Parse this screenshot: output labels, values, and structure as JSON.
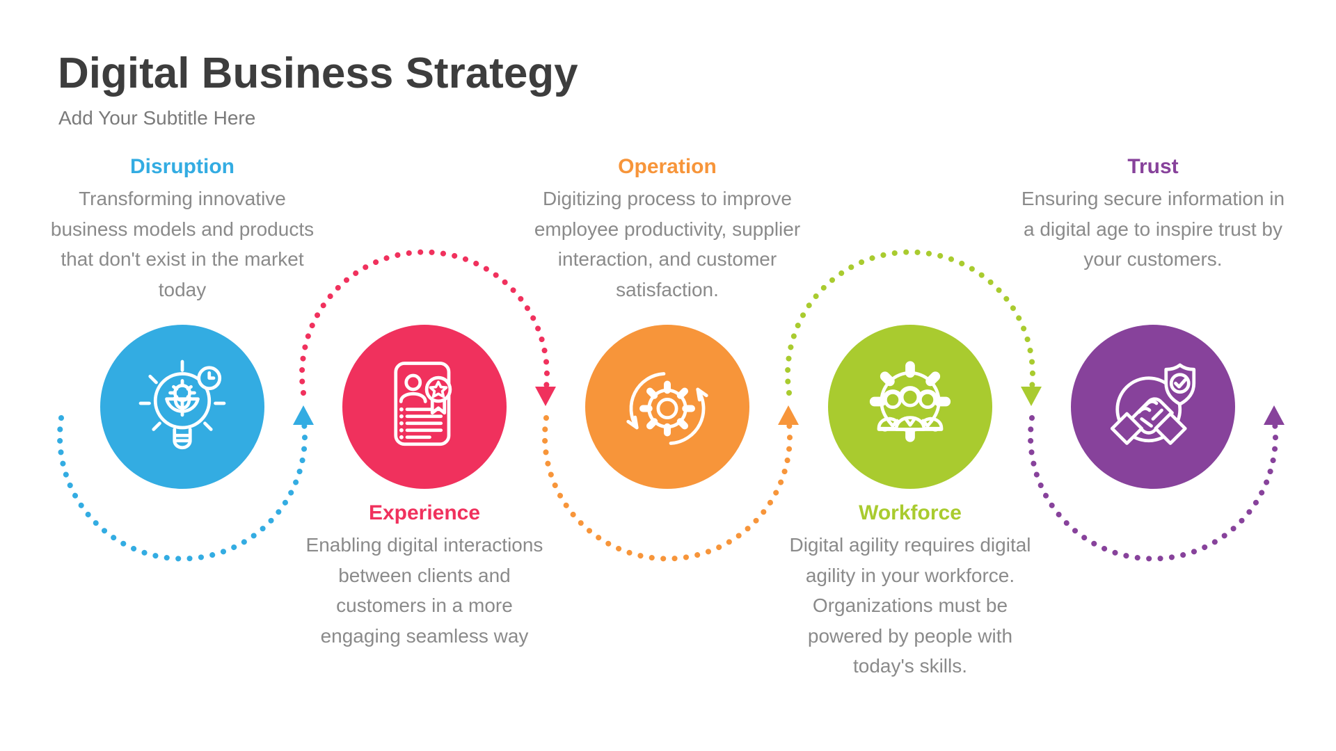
{
  "page": {
    "title": "Digital Business Strategy",
    "subtitle": "Add Your Subtitle Here",
    "background_color": "#FFFFFF",
    "title_color": "#3D3D3D",
    "subtitle_color": "#7A7A7A",
    "body_text_color": "#8A8A8A"
  },
  "items": [
    {
      "label": "Disruption",
      "description": "Transforming innovative\nbusiness models and products\nthat don't exist in the market\ntoday",
      "color": "#33ACE2",
      "icon": "innovation-lightbulb-icon",
      "text_position": "top",
      "connector_arc": "bottom",
      "arrow_direction": "up"
    },
    {
      "label": "Experience",
      "description": "Enabling digital interactions\nbetween clients and\ncustomers in a more\nengaging seamless way",
      "color": "#F0315D",
      "icon": "certificate-profile-icon",
      "text_position": "bottom",
      "connector_arc": "top",
      "arrow_direction": "down"
    },
    {
      "label": "Operation",
      "description": "Digitizing process to improve\nemployee productivity, supplier\ninteraction, and customer\nsatisfaction.",
      "color": "#F7953A",
      "icon": "process-cycle-gear-icon",
      "text_position": "top",
      "connector_arc": "bottom",
      "arrow_direction": "up"
    },
    {
      "label": "Workforce",
      "description": "Digital agility requires digital\nagility in your workforce.\nOrganizations must be\npowered by people with\ntoday's skills.",
      "color": "#A9CB2F",
      "icon": "team-gear-icon",
      "text_position": "bottom",
      "connector_arc": "top",
      "arrow_direction": "down"
    },
    {
      "label": "Trust",
      "description": "Ensuring secure information in\na digital age to inspire trust by\nyour customers.",
      "color": "#87429B",
      "icon": "handshake-shield-icon",
      "text_position": "top",
      "connector_arc": "bottom",
      "arrow_direction": "up"
    }
  ]
}
